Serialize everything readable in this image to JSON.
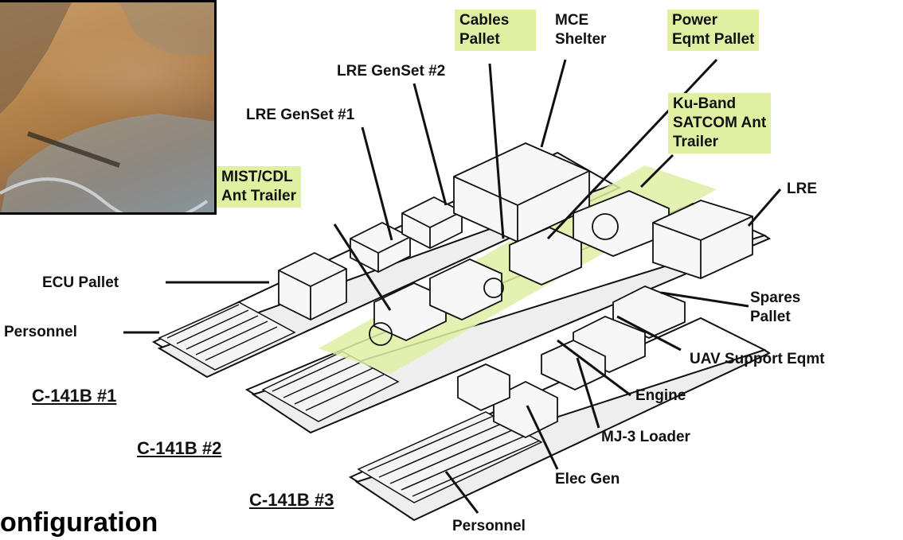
{
  "labels": {
    "cables_pallet": "Cables\nPallet",
    "mce_shelter": "MCE\nShelter",
    "power_eqmt_pallet": "Power\nEqmt Pallet",
    "lre_genset_2": "LRE GenSet #2",
    "lre_genset_1": "LRE GenSet #1",
    "ku_band_satcom": "Ku-Band\nSATCOM Ant\nTrailer",
    "mist_cdl": "MIST/CDL\nAnt Trailer",
    "lre": "LRE",
    "ecu_pallet": "ECU Pallet",
    "personnel_left": "Personnel",
    "spares_pallet": "Spares\nPallet",
    "uav_support": "UAV Support Eqmt",
    "engine": "Engine",
    "mj3_loader": "MJ-3 Loader",
    "elec_gen": "Elec Gen",
    "personnel_bottom": "Personnel"
  },
  "configs": [
    "C-141B #1",
    "C-141B #2",
    "C-141B #3"
  ],
  "title_fragment": "onfiguration",
  "colors": {
    "highlight": "#dff0a3",
    "line": "#111111"
  }
}
